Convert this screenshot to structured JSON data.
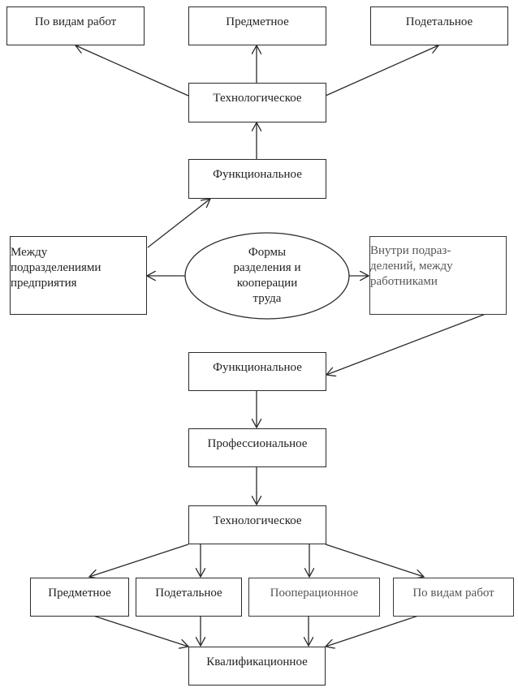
{
  "diagram": {
    "center": {
      "lines": [
        "Формы",
        "разделения и",
        "кооперации",
        "труда"
      ]
    },
    "left_branch": {
      "root": {
        "lines": [
          "Между",
          "подразделениями",
          "предприятия"
        ]
      },
      "functional": "Функциональное",
      "technological": "Технологическое",
      "leaves": [
        "По видам работ",
        "Предметное",
        "Подетальное"
      ]
    },
    "right_branch": {
      "root": {
        "lines": [
          "Внутри подраз-",
          "делений, между",
          "работниками"
        ]
      },
      "functional": "Функциональное",
      "professional": "Профессиональное",
      "technological": "Технологическое",
      "leaves": [
        "Предметное",
        "Подетальное",
        "Пооперационное",
        "По видам работ"
      ],
      "qualification": "Квалификационное"
    },
    "colors": {
      "line": "#2a2a2a",
      "text": "#222222",
      "background": "#ffffff"
    }
  }
}
